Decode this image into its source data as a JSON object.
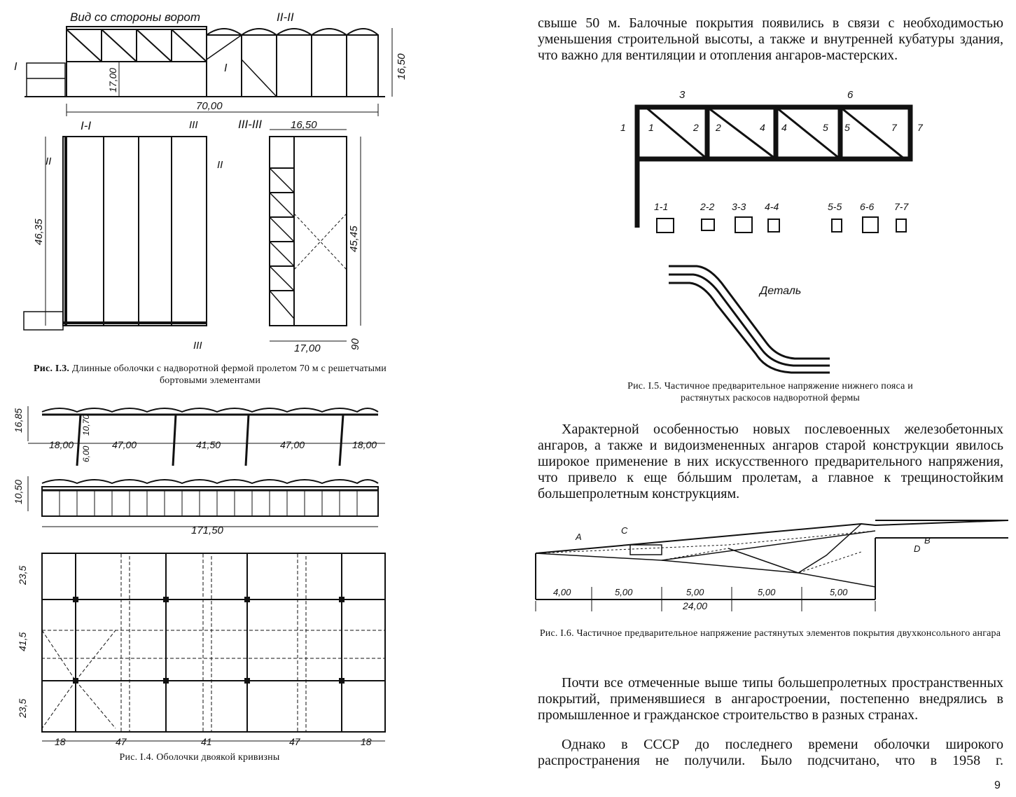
{
  "left": {
    "fig13": {
      "title_top": "Вид со стороны ворот",
      "section_2_2": "II-II",
      "section_1_1": "I-I",
      "section_3_3": "III-III",
      "mark_I": "I",
      "mark_II": "II",
      "mark_III": "III",
      "dim_70": "70,00",
      "dim_17": "17,00",
      "dim_1650": "16,50",
      "dim_4635": "46,35",
      "dim_4545": "45,45",
      "dim_1650_b": "16,50",
      "dim_1700_b": "17,00",
      "dim_90": "90",
      "caption_lead": "Рис. I.3.",
      "caption_text": "Длинные оболочки с надворотной фермой пролетом 70 м с решетчатыми бортовыми элементами"
    },
    "fig14": {
      "dim_1685": "16,85",
      "dim_1070": "10,70",
      "dim_600": "6,00",
      "dim_1050": "10,50",
      "spans": [
        "18,00",
        "47,00",
        "41,50",
        "47,00",
        "18,00"
      ],
      "dim_total": "171,50",
      "plan_left": [
        "23,5",
        "41,5",
        "23,5"
      ],
      "plan_bottom": [
        "18",
        "47",
        "41",
        "47",
        "18"
      ],
      "caption": "Рис. I.4. Оболочки двоякой кривизны"
    }
  },
  "right": {
    "para_top": "свыше 50 м. Балочные покрытия появились в связи с необходимостью уменьшения строительной высоты, а также и внутренней кубатуры здания, что важно для вентиляции и отопления ангаров-мастерских.",
    "fig15": {
      "labels_top": [
        "3",
        "6"
      ],
      "node_labels": [
        "1",
        "1",
        "3",
        "2",
        "2",
        "4",
        "4",
        "5",
        "5",
        "6",
        "7",
        "7"
      ],
      "sections": [
        "1-1",
        "2-2",
        "3-3",
        "4-4",
        "5-5",
        "6-6",
        "7-7"
      ],
      "detail_label": "Деталь",
      "caption": "Рис. I.5. Частичное предварительное напряжение нижнего пояса и растянутых раскосов надворотной фермы"
    },
    "para_mid": "Характерной особенностью новых послевоенных железобетонных ангаров, а также и видоизмененных ангаров старой конструкции явилось широкое применение в них искусственного предварительного напряжения, что привело к еще бóльшим пролетам, а главное к трещиностойким большепролетным конструкциям.",
    "fig16": {
      "letters": [
        "A",
        "C",
        "B",
        "D"
      ],
      "dims": [
        "4,00",
        "5,00",
        "5,00",
        "5,00",
        "5,00"
      ],
      "dim_total": "24,00",
      "caption": "Рис. I.6. Частичное предварительное напряжение растянутых элементов покрытия двухконсольного ангара"
    },
    "para_bottom_1": "Почти все отмеченные выше типы большепролетных пространственных покрытий, применявшиеся в ангаростроении, постепенно внедрялись в промышленное и гражданское строительство в разных странах.",
    "para_bottom_2": "Однако в СССР до последнего времени оболочки широкого распространения не получили. Было подсчитано, что в 1958 г.",
    "page_number": "9"
  }
}
